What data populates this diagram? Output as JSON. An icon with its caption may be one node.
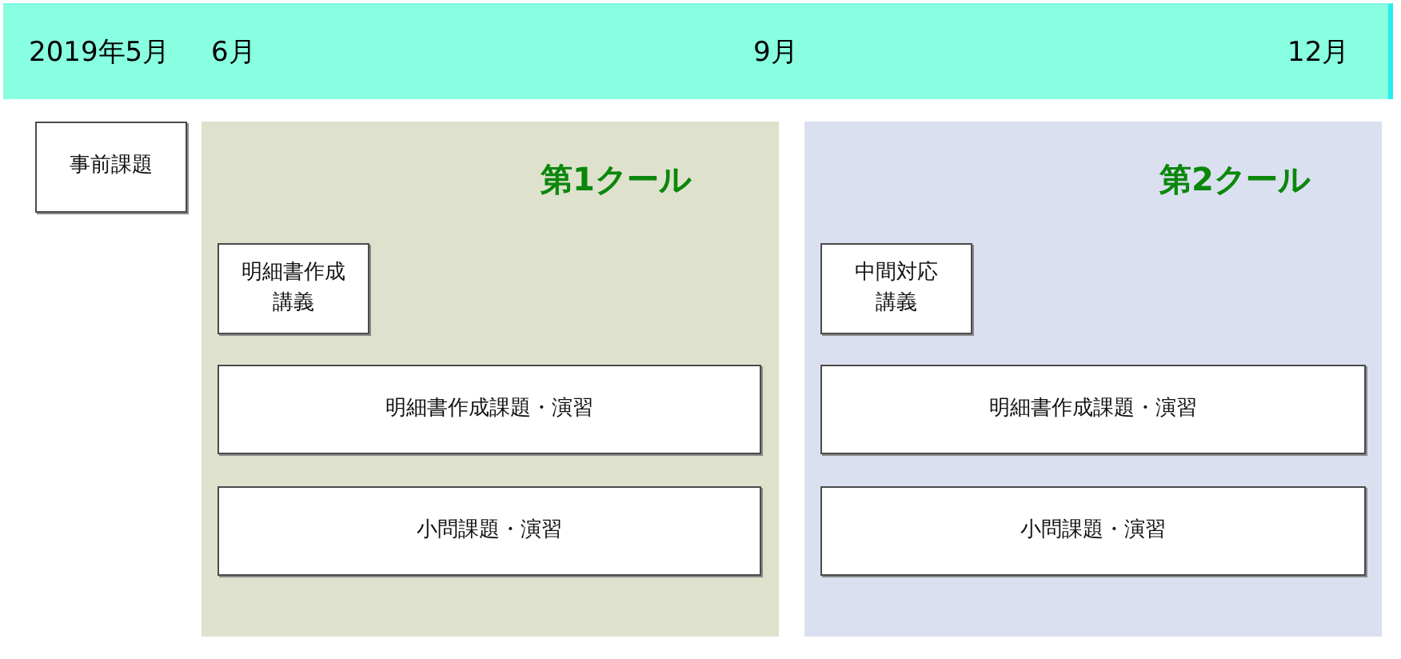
{
  "diagram": {
    "nodes": [
      {
        "text": [
          "2019年5月",
          "6月",
          "9月",
          "12月"
        ]
      },
      {
        "text": [
          "事前課題"
        ]
      },
      {
        "text": [
          "第1クール"
        ]
      },
      {
        "text": [
          "明細書作成講義"
        ],
        "in": 2
      },
      {
        "text": [
          "明細書作成課題・演習"
        ],
        "in": 2
      },
      {
        "text": [
          "小問課題・演習"
        ],
        "in": 2
      },
      {
        "text": [
          "第2クール"
        ]
      },
      {
        "text": [
          "中間対応講義"
        ],
        "in": 6
      },
      {
        "text": [
          "明細書作成課題・演習"
        ],
        "in": 6
      },
      {
        "text": [
          "小問課題・演習"
        ],
        "in": 6
      }
    ]
  }
}
